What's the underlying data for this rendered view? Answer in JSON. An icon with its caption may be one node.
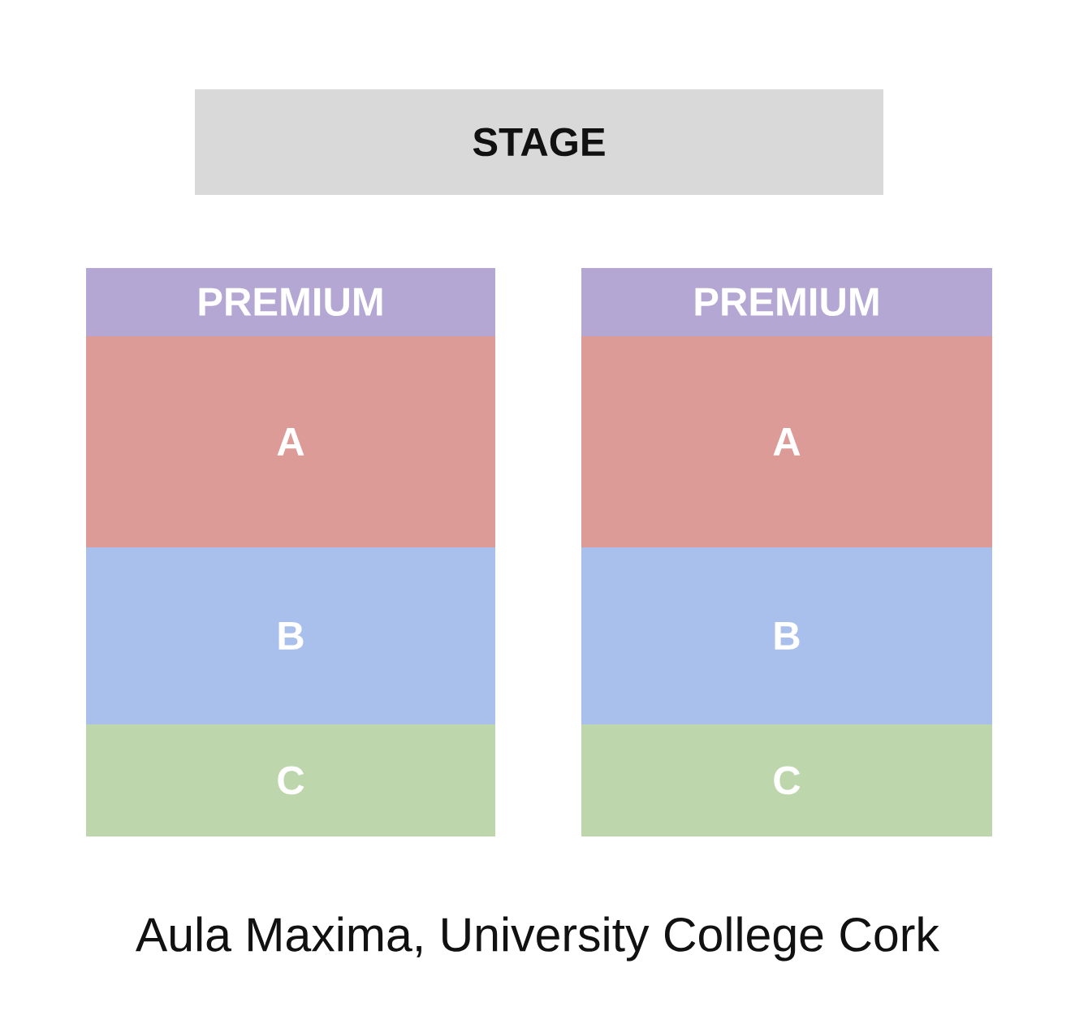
{
  "diagram": {
    "caption": "Aula Maxima, University College Cork",
    "nodes": [
      {
        "text": [
          "STAGE"
        ]
      },
      {
        "text": [
          "PREMIUM"
        ]
      },
      {
        "text": [
          "PREMIUM"
        ]
      },
      {
        "text": [
          "A"
        ]
      },
      {
        "text": [
          "A"
        ]
      },
      {
        "text": [
          "B"
        ]
      },
      {
        "text": [
          "B"
        ]
      },
      {
        "text": [
          "C"
        ]
      },
      {
        "text": [
          "C"
        ]
      }
    ]
  }
}
